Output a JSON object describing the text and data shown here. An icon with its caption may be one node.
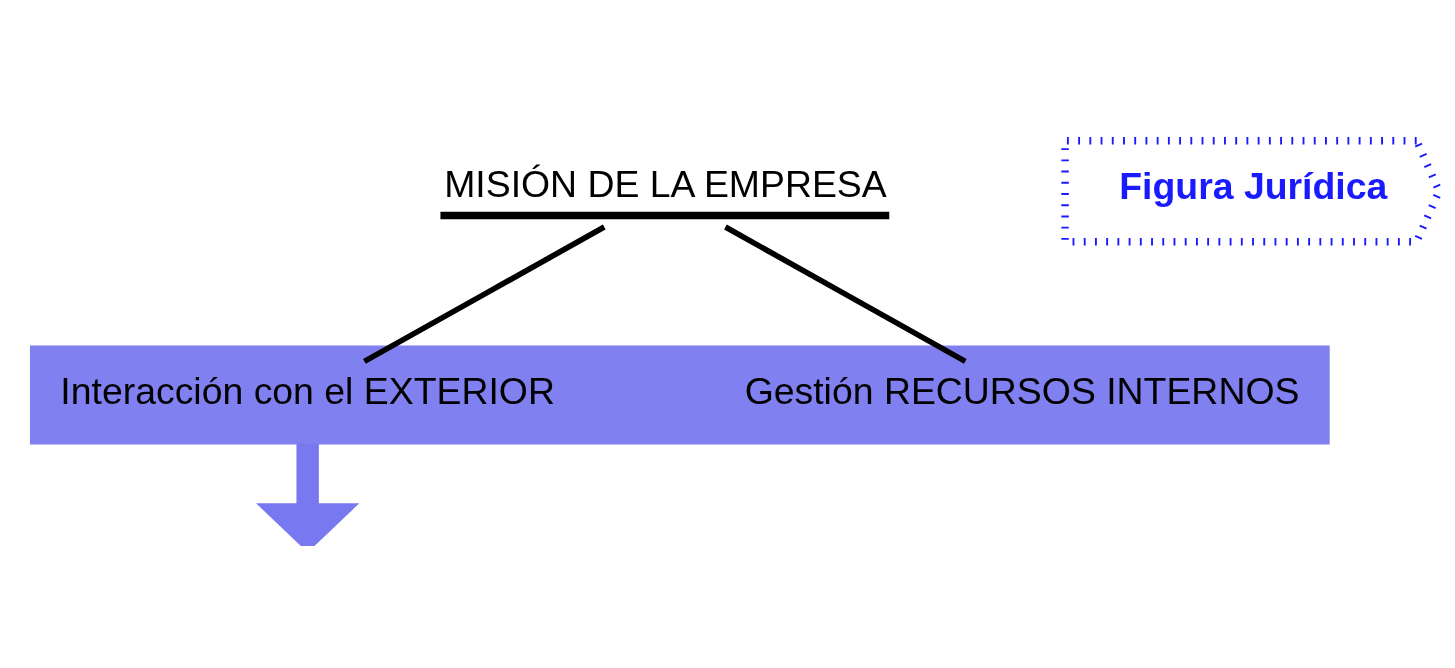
{
  "diagram": {
    "nodes": [
      {
        "text": [
          "MISIÓN DE LA EMPRESA"
        ]
      },
      {
        "text": [],
        "shape": "bar"
      },
      {
        "text": [
          "Gestión RECURSOS INTERNOS"
        ],
        "in": 1
      },
      {
        "text": [
          "Interacción con el EXTERIOR"
        ],
        "in": 1
      },
      {
        "text": [
          "Figura Jurídica"
        ]
      }
    ],
    "edges": [
      {
        "from": 0,
        "to": 2,
        "arrow": "none"
      },
      {
        "from": 0,
        "to": 3,
        "arrow": "none"
      },
      {
        "from": 1,
        "to": null,
        "arrow": "to",
        "style": "thick",
        "color": "#7878f0"
      }
    ]
  }
}
